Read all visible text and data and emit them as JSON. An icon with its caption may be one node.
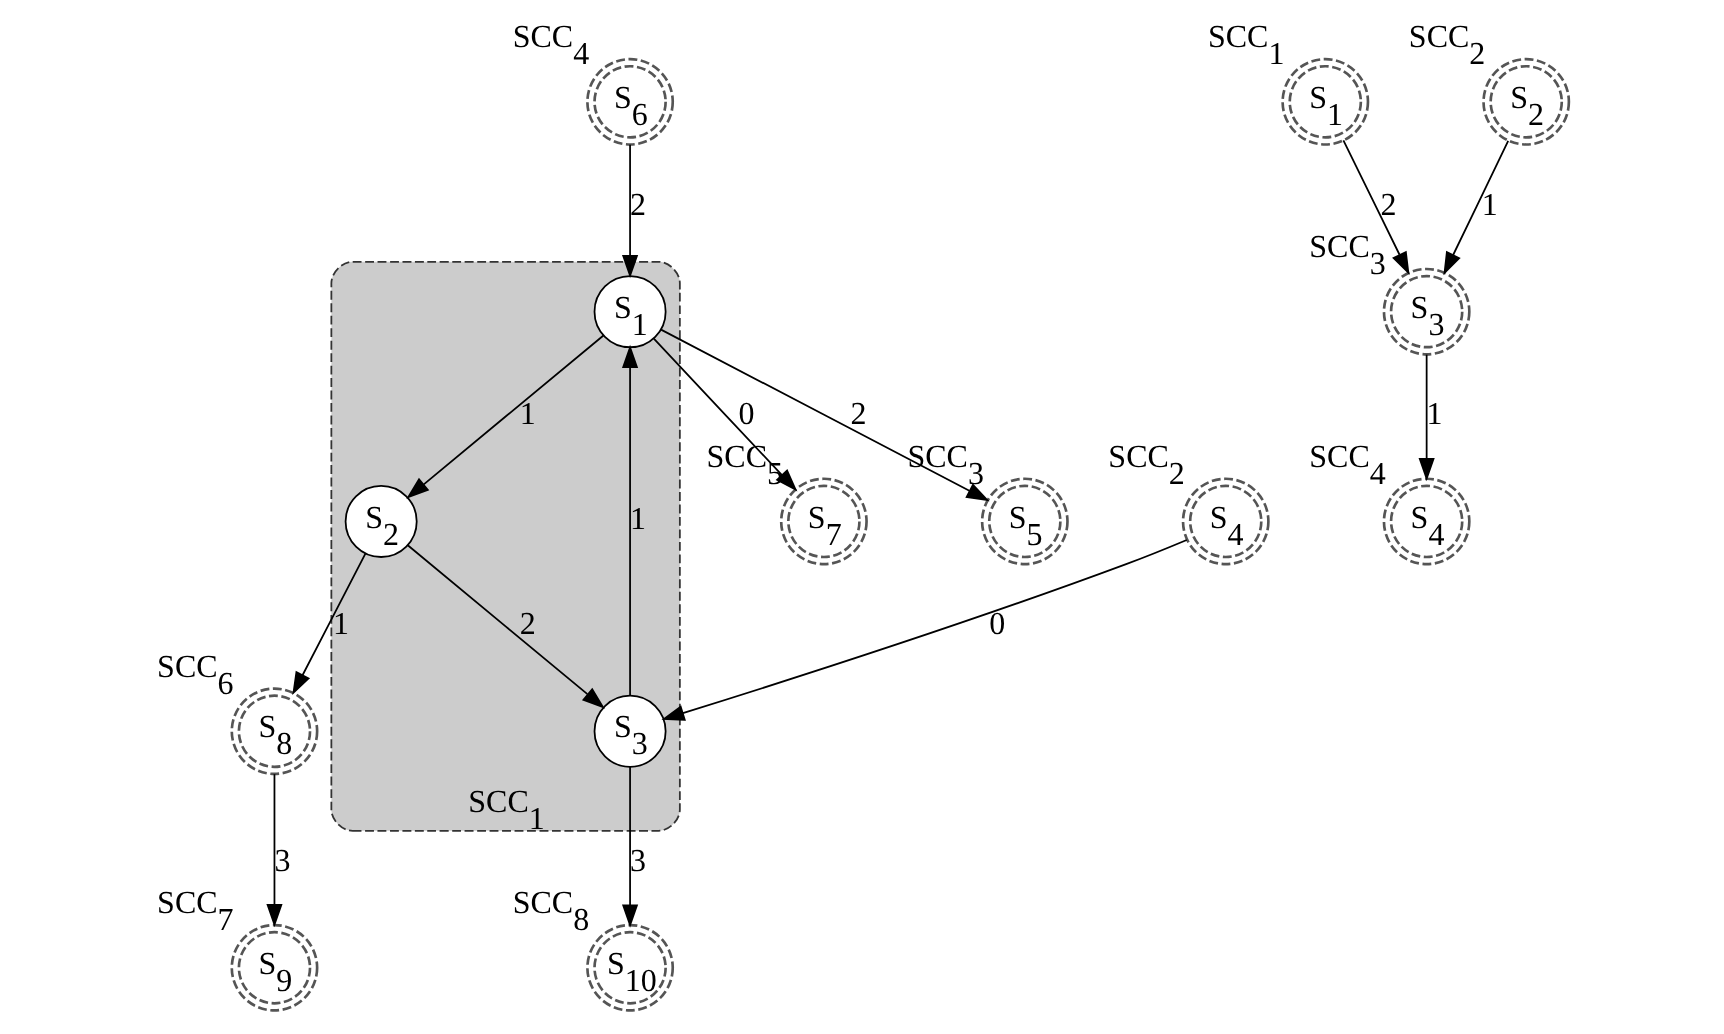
{
  "diagram": {
    "nodes": [
      {
        "text": [
          "S$_{6}$"
        ],
        "beside": [
          "SCC$_{4}$"
        ]
      },
      {
        "text": [
          "S$_{7}$"
        ],
        "beside": [
          "SCC$_{5}$"
        ]
      },
      {
        "text": [
          "S$_{5}$"
        ],
        "beside": [
          "SCC$_{3}$"
        ]
      },
      {
        "text": [
          "SCC$_{1}$"
        ]
      },
      {
        "text": [
          "S$_{1}$"
        ],
        "in": 3
      },
      {
        "text": [
          "S$_{2}$"
        ],
        "in": 3
      },
      {
        "text": [
          "S$_{3}$"
        ],
        "in": 3
      },
      {
        "text": [
          "S$_{8}$"
        ],
        "beside": [
          "SCC$_{6}$"
        ]
      },
      {
        "text": [
          "S$_{4}$"
        ],
        "beside": [
          "SCC$_{2}$"
        ]
      },
      {
        "text": [
          "S$_{9}$"
        ],
        "beside": [
          "SCC$_{7}$"
        ]
      },
      {
        "text": [
          "S$_{10}$"
        ],
        "beside": [
          "SCC$_{8}$"
        ]
      },
      {
        "text": [
          "S$_{1}$"
        ],
        "beside": [
          "SCC$_{1}$"
        ]
      },
      {
        "text": [
          "S$_{2}$"
        ],
        "beside": [
          "SCC$_{2}$"
        ]
      },
      {
        "text": [
          "S$_{3}$"
        ],
        "beside": [
          "SCC$_{3}$"
        ]
      },
      {
        "text": [
          "S$_{4}$"
        ],
        "beside": [
          "SCC$_{4}$"
        ]
      }
    ],
    "edges": [
      {
        "from": 0,
        "to": 4,
        "arrow": "to",
        "label": "2"
      },
      {
        "from": 4,
        "to": 1,
        "arrow": "to",
        "label": "0"
      },
      {
        "from": 4,
        "to": 2,
        "arrow": "to",
        "label": "2"
      },
      {
        "from": 4,
        "to": 5,
        "arrow": "to",
        "label": "1"
      },
      {
        "from": 6,
        "to": 4,
        "arrow": "to",
        "label": "1"
      },
      {
        "from": 5,
        "to": 6,
        "arrow": "to",
        "label": "2"
      },
      {
        "from": 5,
        "to": 7,
        "arrow": "to",
        "label": "1"
      },
      {
        "from": 8,
        "to": 6,
        "arrow": "to",
        "label": "0"
      },
      {
        "from": 6,
        "to": 10,
        "arrow": "to",
        "label": "3"
      },
      {
        "from": 7,
        "to": 9,
        "arrow": "to",
        "label": "3"
      },
      {
        "from": 11,
        "to": 13,
        "arrow": "to",
        "label": "2"
      },
      {
        "from": 12,
        "to": 13,
        "arrow": "to",
        "label": "1"
      },
      {
        "from": 13,
        "to": 14,
        "arrow": "to",
        "label": "1"
      }
    ]
  }
}
